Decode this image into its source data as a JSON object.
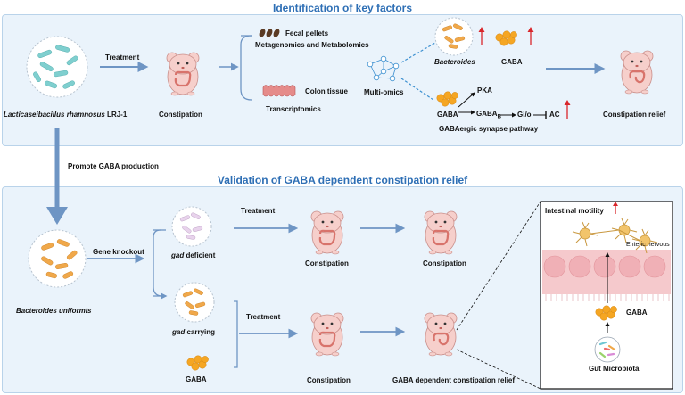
{
  "top": {
    "title": "Identification of key factors",
    "bacteria_name": "Lacticaseibacillus rhamnosus",
    "bacteria_strain": " LRJ-1",
    "treatment": "Treatment",
    "constipation": "Constipation",
    "fecal": "Fecal pellets",
    "meta": "Metagenomics and Metabolomics",
    "colon": "Colon tissue",
    "transcriptomics": "Transcriptomics",
    "multiomics": "Multi-omics",
    "bacteroides": "Bacteroides",
    "gaba": "GABA",
    "pka": "PKA",
    "gaba2": "GABA",
    "gabab": "GABA",
    "gabab_sub": "B",
    "gio": "Gi/o",
    "ac": "AC",
    "pathway": "GABAergic synapse pathway",
    "relief": "Constipation relief"
  },
  "promote": "Promote GABA production",
  "bottom": {
    "title": "Validation of GABA dependent constipation relief",
    "bacteria_name": "Bacteroides uniformis",
    "gene_knockout": "Gene knockout",
    "gad": "gad",
    "deficient": " deficient",
    "carrying": " carrying",
    "gaba": "GABA",
    "treatment1": "Treatment",
    "treatment2": "Treatment",
    "constipation1": "Constipation",
    "constipation2": "Constipation",
    "constipation3": "Constipation",
    "relief": "GABA dependent constipation relief"
  },
  "inset": {
    "motility": "Intestinal motility",
    "enteric": "Enteric nervous",
    "gaba": "GABA",
    "microbiota": "Gut Microbiota"
  },
  "colors": {
    "accent": "#2e6fb5",
    "arrow": "#6e95c4",
    "panel_bg": "#eaf3fb",
    "up_arrow": "#d9262b",
    "lrj_bacteria": "#7fcfcf",
    "bu_bacteria": "#f0a84a",
    "gaba_ball": "#f5a623",
    "mouse": "#f6cfcb"
  }
}
